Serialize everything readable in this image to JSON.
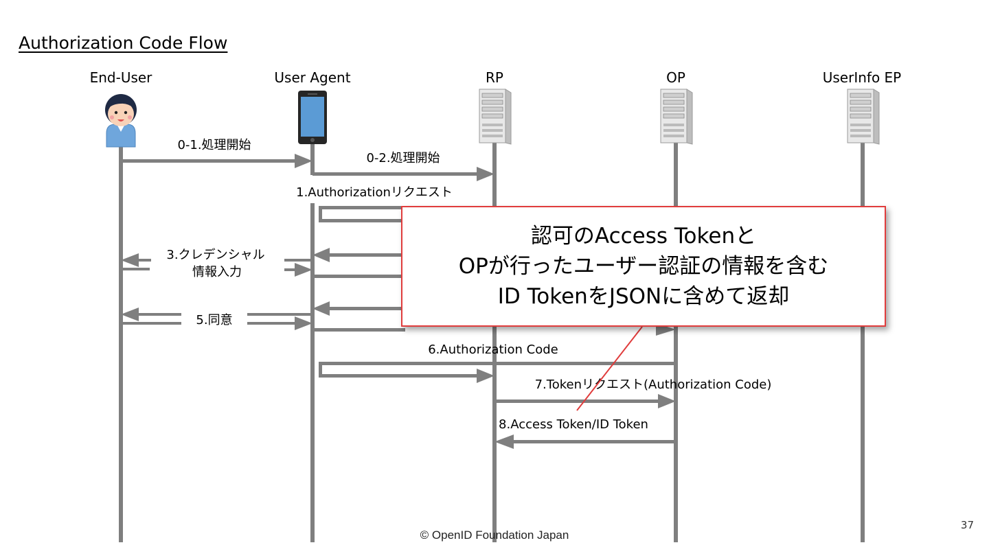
{
  "slide": {
    "title": "Authorization Code Flow",
    "copyright": "© OpenID Foundation Japan",
    "page_number": "37"
  },
  "participants": [
    {
      "id": "end-user",
      "label": "End-User",
      "icon": "person-icon"
    },
    {
      "id": "user-agent",
      "label": "User Agent",
      "icon": "smartphone-icon"
    },
    {
      "id": "rp",
      "label": "RP",
      "icon": "server-icon"
    },
    {
      "id": "op",
      "label": "OP",
      "icon": "server-icon"
    },
    {
      "id": "userinfo-ep",
      "label": "UserInfo EP",
      "icon": "server-icon"
    }
  ],
  "messages": {
    "m01": "0-1.処理開始",
    "m02": "0-2.処理開始",
    "m1": "1.Authorizationリクエスト",
    "m3_line1": "3.クレデンシャル",
    "m3_line2": "情報入力",
    "m5": "5.同意",
    "m6": "6.Authorization Code",
    "m7": "7.Tokenリクエスト(Authorization Code)",
    "m8": "8.Access Token/ID Token"
  },
  "callout": {
    "lines": [
      "認可のAccess Tokenと",
      "OPが行ったユーザー認証の情報を含む",
      "ID TokenをJSONに含めて返却"
    ],
    "border_color": "#e03c3c"
  },
  "colors": {
    "lifeline": "#7f7f7f",
    "arrow": "#7f7f7f",
    "pointer": "#e03c3c",
    "person_shirt": "#6fa6dc",
    "phone_screen": "#5b9bd5"
  }
}
